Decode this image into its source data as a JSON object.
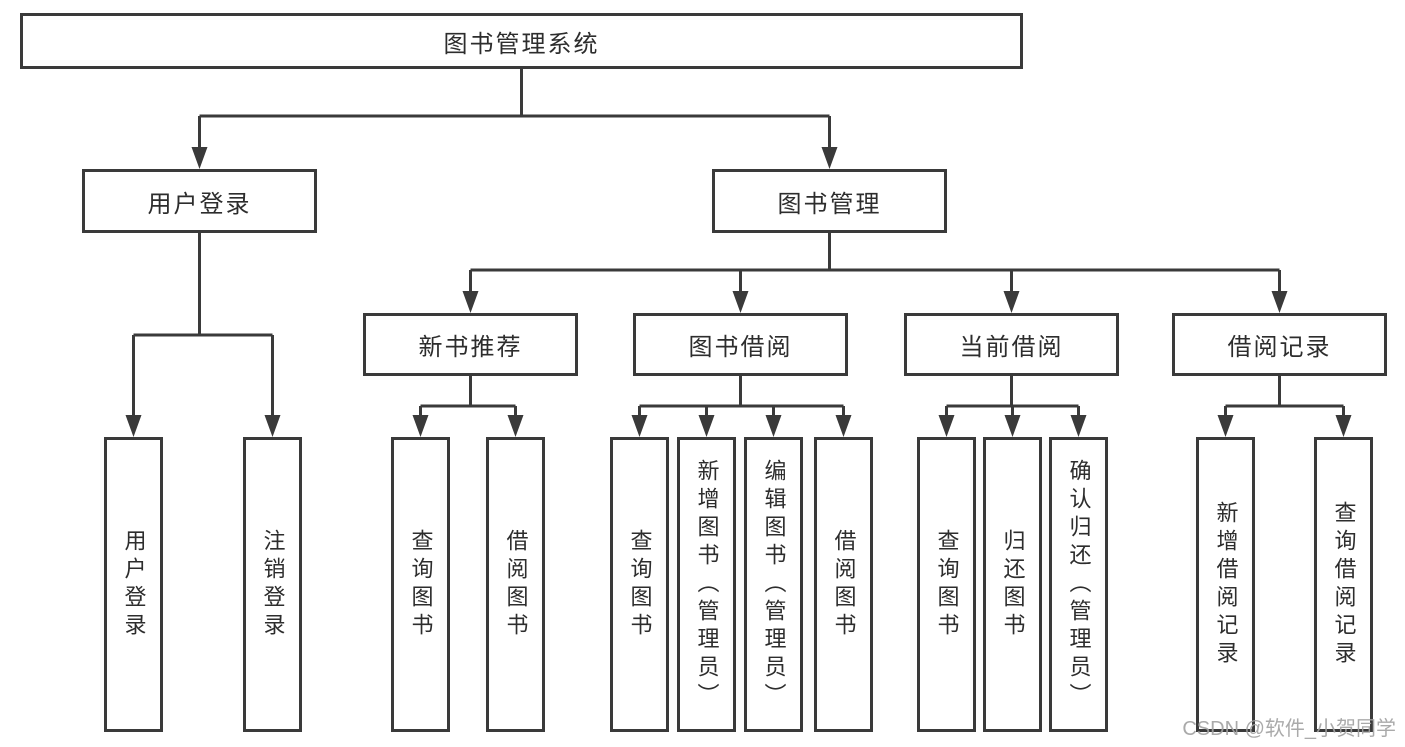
{
  "tree": {
    "label": "图书管理系统",
    "children": [
      {
        "label": "用户登录",
        "children": [
          {
            "label": "用户登录"
          },
          {
            "label": "注销登录"
          }
        ]
      },
      {
        "label": "图书管理",
        "children": [
          {
            "label": "新书推荐",
            "children": [
              {
                "label": "查询图书"
              },
              {
                "label": "借阅图书"
              }
            ]
          },
          {
            "label": "图书借阅",
            "children": [
              {
                "label": "查询图书"
              },
              {
                "label": "新增图书（管理员）"
              },
              {
                "label": "编辑图书（管理员）"
              },
              {
                "label": "借阅图书"
              }
            ]
          },
          {
            "label": "当前借阅",
            "children": [
              {
                "label": "查询图书"
              },
              {
                "label": "归还图书"
              },
              {
                "label": "确认归还（管理员）"
              }
            ]
          },
          {
            "label": "借阅记录",
            "children": [
              {
                "label": "新增借阅记录"
              },
              {
                "label": "查询借阅记录"
              }
            ]
          }
        ]
      }
    ]
  },
  "watermark": {
    "text": "CSDN @软件_小贺同学"
  },
  "colors": {
    "line": "#3a3a3a",
    "text": "#2d2d2d",
    "background": "#ffffff",
    "watermark": "#a3a3a3"
  }
}
